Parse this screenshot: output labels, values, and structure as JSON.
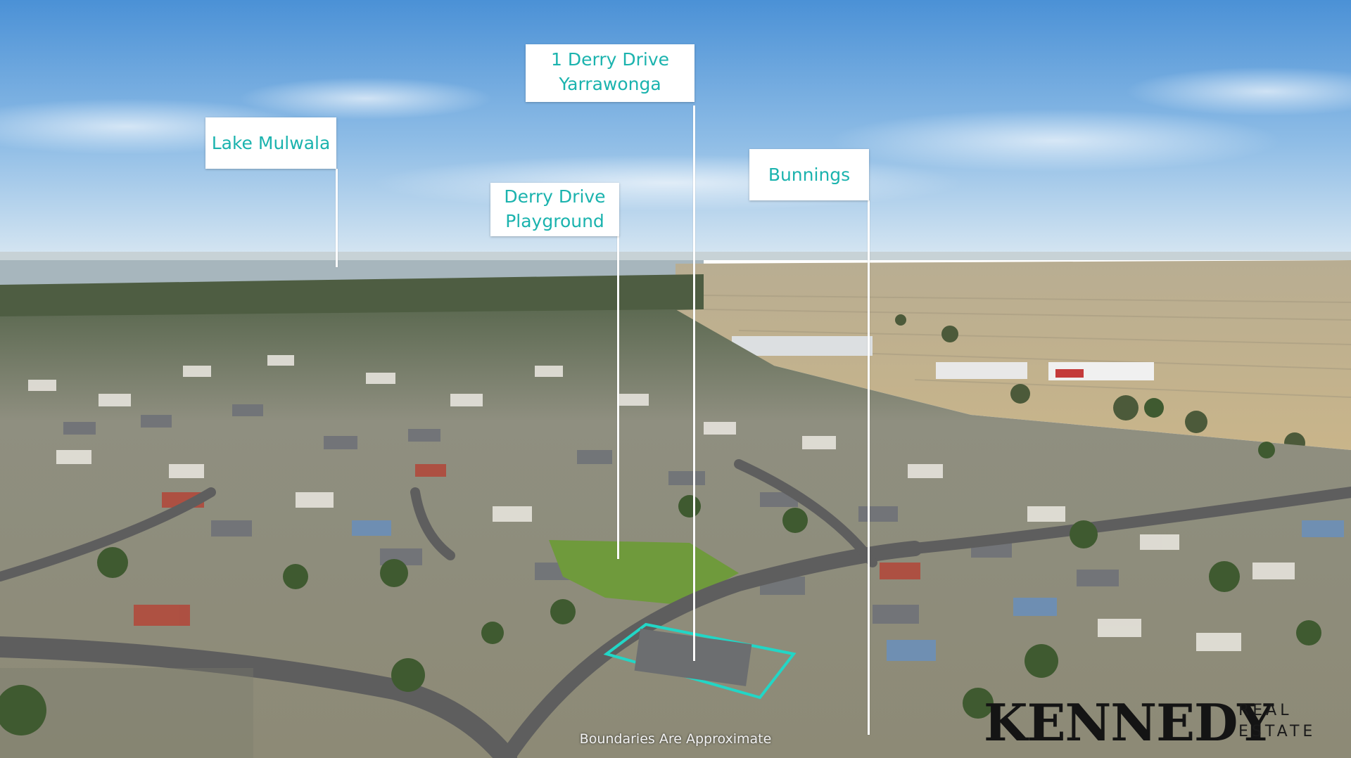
{
  "labels": {
    "lake": "Lake Mulwala",
    "playground_line1": "Derry Drive",
    "playground_line2": "Playground",
    "property_line1": "1 Derry Drive",
    "property_line2": "Yarrawonga",
    "bunnings": "Bunnings"
  },
  "brand": {
    "name": "KENNEDY",
    "sub_line1": "REAL",
    "sub_line2": "ESTATE"
  },
  "disclaimer": "Boundaries Are Approximate",
  "colors": {
    "label_text": "#1bb3ae",
    "boundary": "#22d6c6",
    "sky": "#5b9ed8"
  }
}
